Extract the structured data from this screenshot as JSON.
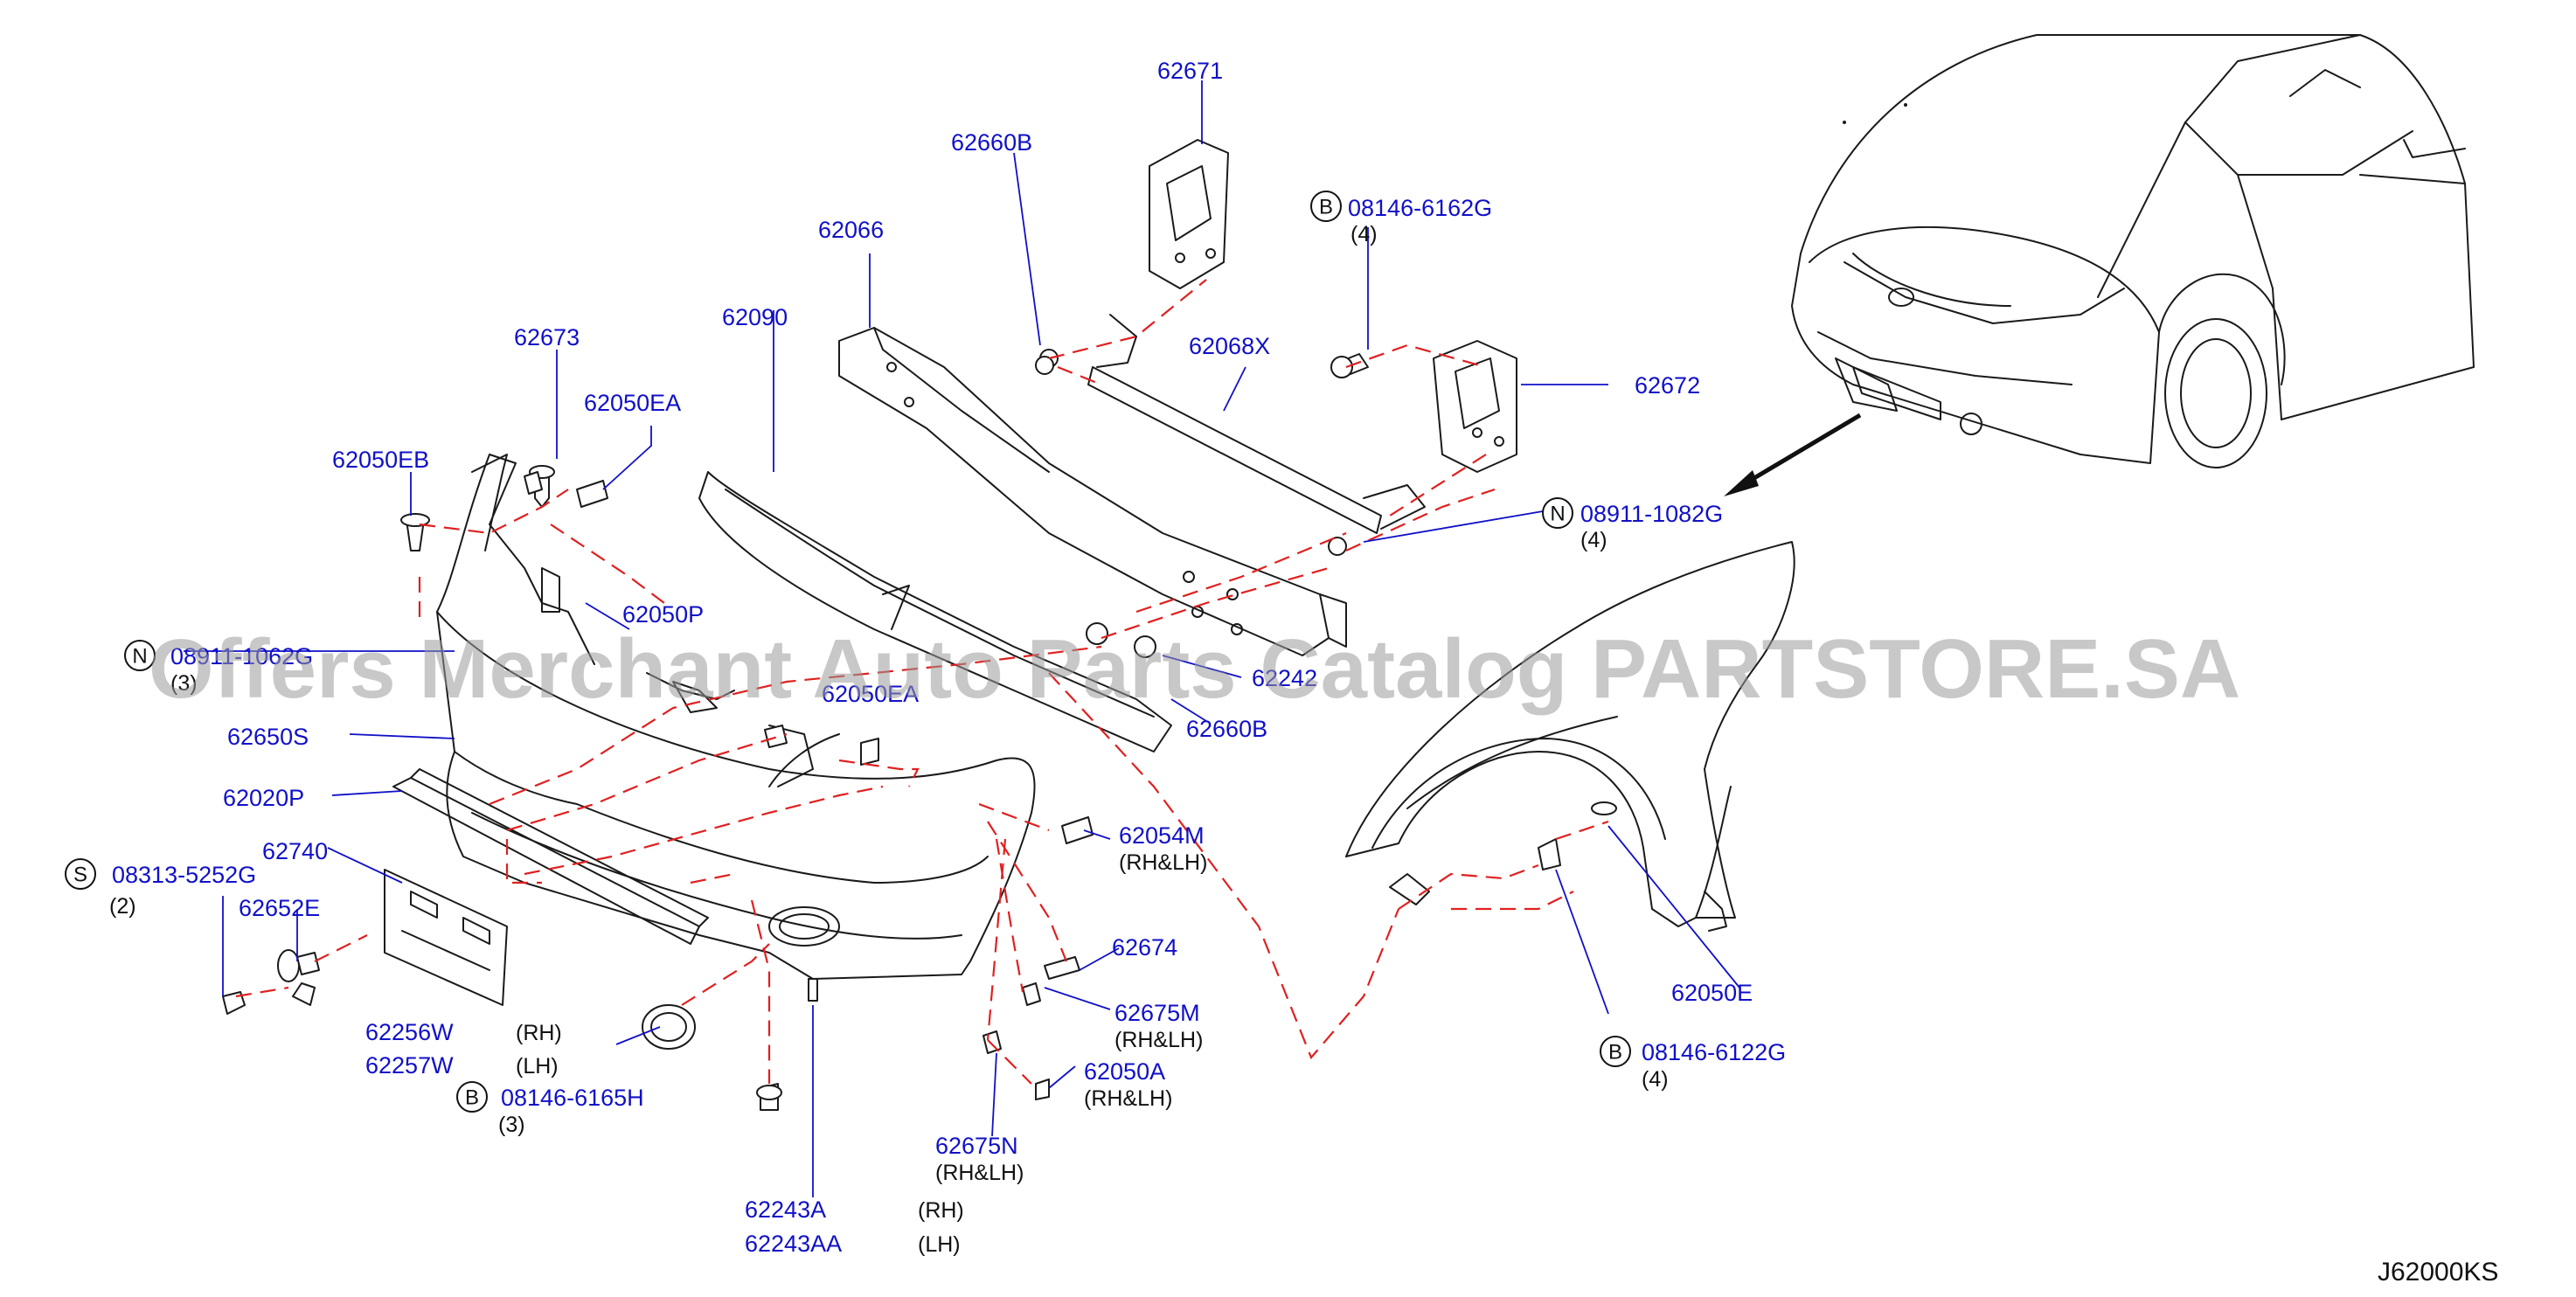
{
  "labels": {
    "p62671": "62671",
    "p62660B_top": "62660B",
    "p62066": "62066",
    "p62090": "62090",
    "p62068X": "62068X",
    "p62672": "62672",
    "p62673": "62673",
    "p62050EA": "62050EA",
    "p62050EB": "62050EB",
    "p62050P": "62050P",
    "p08146_6162G": "08146-6162G",
    "p08911_1082G": "08911-1082G",
    "p08911_partial": "08911-1062G",
    "p62650S": "62650S",
    "p62050A_mid": "62050EA",
    "p62242_partial": "62242",
    "p62660B_low": "62660B",
    "p62020P": "62020P",
    "p62054M": "62054M",
    "p62740": "62740",
    "p08313_5252G": "08313-5252G",
    "p62652E": "62652E",
    "p62674": "62674",
    "p62675M": "62675M",
    "p62256W": "62256W",
    "p62257W": "62257W",
    "p62050A": "62050A",
    "p08146_6165H": "08146-6165H",
    "p62675N": "62675N",
    "p62243A": "62243A",
    "p62243AA": "62243AA",
    "p62050E": "62050E",
    "p08146_6122G": "08146-6122G"
  },
  "notes": {
    "q4_a": "(4)",
    "q4_b": "(4)",
    "q3_a": "(3)",
    "q2": "(2)",
    "q3_b": "(3)",
    "q4_c": "(4)",
    "rhlh_54M": "(RH&LH)",
    "rhlh_75M": "(RH&LH)",
    "rhlh_50A": "(RH&LH)",
    "rhlh_75N": "(RH&LH)",
    "rh_1": "(RH)",
    "lh_1": "(LH)",
    "rh_2": "(RH)",
    "lh_2": "(LH)"
  },
  "symbols": {
    "b": "B",
    "n": "N",
    "s": "S"
  },
  "watermark": "Offers Merchant Auto Parts Catalog PARTSTORE.SA",
  "diagram_code": "J62000KS",
  "colors": {
    "part_number": "#1010c8",
    "dashed_leader": "#e02020",
    "line_art": "#1a1a1a",
    "watermark": "#9a9a9a"
  }
}
